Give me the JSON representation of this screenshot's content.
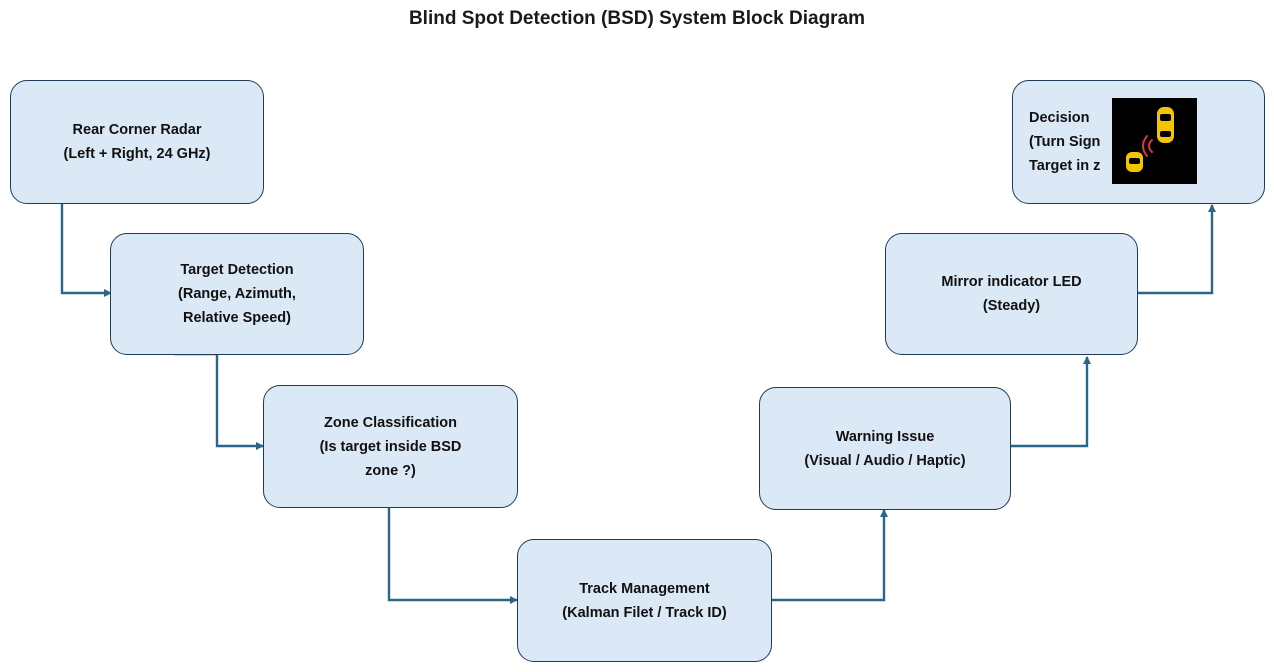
{
  "title": "Blind Spot Detection (BSD) System Block Diagram",
  "colors": {
    "block_fill": "#dbe8f6",
    "block_border": "#1f3b57",
    "connector": "#2a6688",
    "icon_background": "#000000",
    "car_color": "#f5c400"
  },
  "blocks": {
    "radar": {
      "lines": [
        "Rear Corner Radar",
        "(Left + Right, 24 GHz)"
      ]
    },
    "target_detection": {
      "lines": [
        "Target Detection",
        "(Range, Azimuth,",
        "Relative Speed)"
      ]
    },
    "zone_classification": {
      "lines": [
        "Zone Classification",
        "(Is target inside BSD",
        "zone ?)"
      ]
    },
    "track_management": {
      "lines": [
        "Track Management",
        "(Kalman Filet / Track ID)"
      ]
    },
    "warning_issue": {
      "lines": [
        "Warning Issue",
        "(Visual / Audio / Haptic)"
      ]
    },
    "mirror_led": {
      "lines": [
        "Mirror indicator LED",
        "(Steady)"
      ]
    },
    "decision": {
      "lines": [
        "Decision",
        "(Turn Sign",
        "Target in z"
      ]
    }
  },
  "icon": {
    "name": "blind-spot-warning-icon"
  }
}
